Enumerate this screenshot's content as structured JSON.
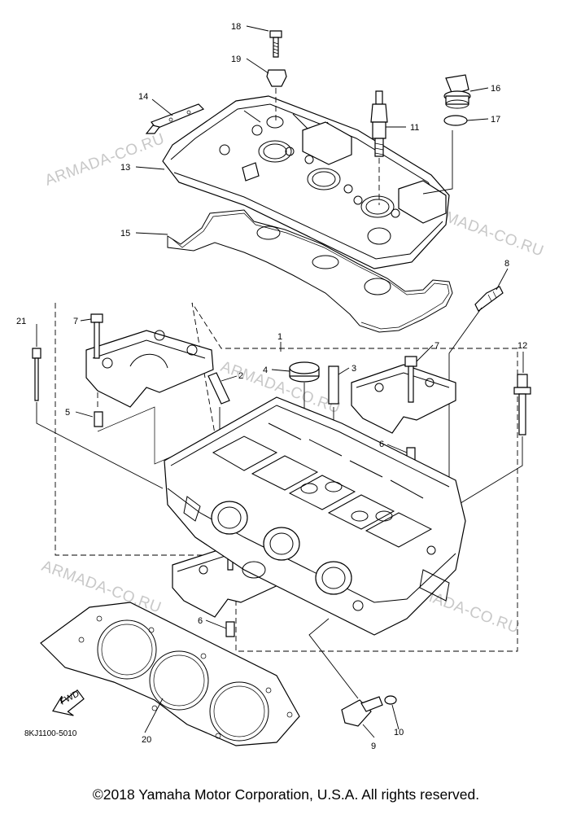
{
  "watermark_text": "ARMADA-CO.RU",
  "part_numbers": [
    "1",
    "2",
    "3",
    "4",
    "5",
    "6",
    "6",
    "7",
    "7",
    "8",
    "9",
    "10",
    "11",
    "12",
    "13",
    "14",
    "15",
    "16",
    "17",
    "18",
    "19",
    "20",
    "21"
  ],
  "diagram_code": "8KJ1100-5010",
  "fwd_label": "FWD",
  "copyright": "©2018 Yamaha Motor Corporation, U.S.A. All rights reserved."
}
